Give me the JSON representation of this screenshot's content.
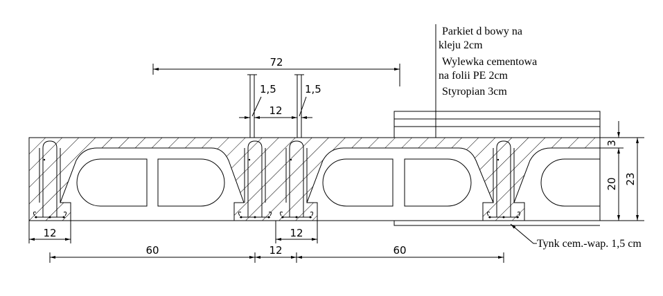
{
  "labels": {
    "layer_parquet_1": "Parkiet d  bowy na",
    "layer_parquet_2": "kleju 2cm",
    "layer_screed_1": "Wylewka cementowa",
    "layer_screed_2": "na folii PE 2cm",
    "layer_styro": "Styropian 3cm",
    "plaster": "Tynk cem.-wap. 1,5 cm"
  },
  "dimensions": {
    "span_72": "72",
    "rib_gap_12_top": "12",
    "thick_left": "1,5",
    "thick_right": "1,5",
    "rib_width_left": "12",
    "rib_width_mid": "12",
    "block_60_left": "60",
    "gap_12_bottom": "12",
    "block_60_right": "60",
    "top_layer_3": "3",
    "block_height_20": "20",
    "total_23": "23"
  },
  "colors": {
    "line": "#000000",
    "background": "#ffffff"
  }
}
